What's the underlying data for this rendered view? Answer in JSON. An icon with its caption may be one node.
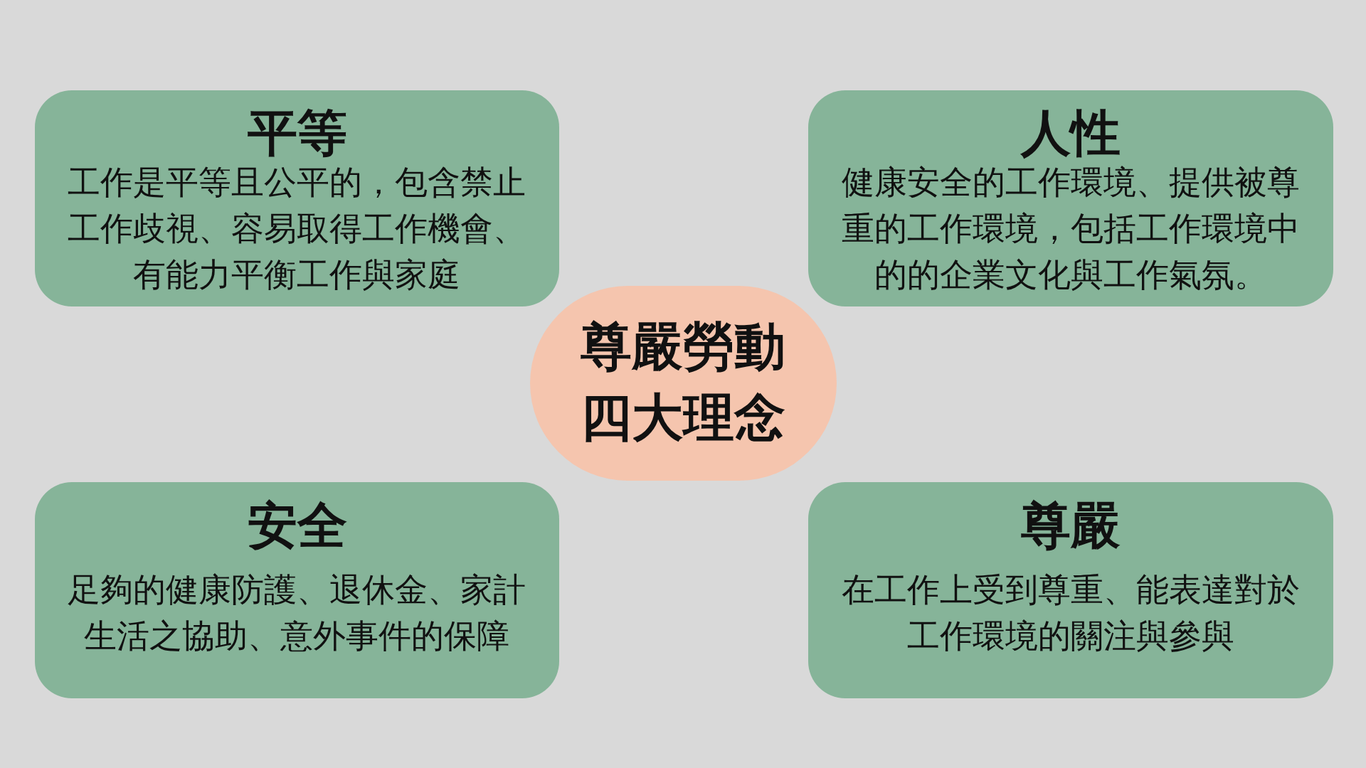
{
  "diagram": {
    "nodes": [
      {
        "text": [
          "平等",
          "工作是平等且公平的，包含禁止工作歧視、容易取得工作機會、有能力平衡工作與家庭"
        ]
      },
      {
        "text": [
          "人性",
          "健康安全的工作環境、提供被尊重的工作環境，包括工作環境中的的企業文化與工作氣氛。"
        ]
      },
      {
        "text": [
          "尊嚴勞動四大理念"
        ]
      },
      {
        "text": [
          "安全",
          "足夠的健康防護、退休金、家計生活之協助、意外事件的保障"
        ]
      },
      {
        "text": [
          "尊嚴",
          "在工作上受到尊重、能表達對於工作環境的關注與參與"
        ]
      }
    ]
  }
}
